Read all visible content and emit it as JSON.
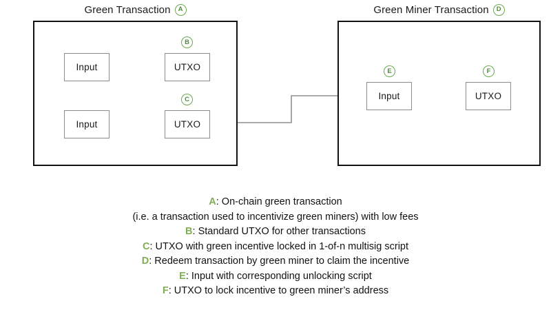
{
  "panels": [
    {
      "id": "green-transaction",
      "title": "Green Transaction",
      "badge": "A",
      "rows": [
        {
          "input_label": "Input",
          "output_label": "UTXO",
          "output_badge": "B"
        },
        {
          "input_label": "Input",
          "output_label": "UTXO",
          "output_badge": "C"
        }
      ]
    },
    {
      "id": "green-miner-transaction",
      "title": "Green Miner Transaction",
      "badge": "D",
      "rows": [
        {
          "input_label": "Input",
          "input_badge": "E",
          "output_label": "UTXO",
          "output_badge": "F"
        }
      ]
    }
  ],
  "legend": [
    {
      "key": "A",
      "text": ": On-chain green transaction"
    },
    {
      "key": "",
      "text": "(i.e. a transaction used to incentivize green miners) with low fees"
    },
    {
      "key": "B",
      "text": ": Standard UTXO for other transactions"
    },
    {
      "key": "C",
      "text": ": UTXO with green incentive locked in 1-of-n multisig script"
    },
    {
      "key": "D",
      "text": ": Redeem transaction by green miner to claim the incentive"
    },
    {
      "key": "E",
      "text": ": Input with corresponding unlocking script"
    },
    {
      "key": "F",
      "text": ": UTXO to lock incentive to green miner’s address"
    }
  ],
  "colors": {
    "badge_stroke": "#6aa84f",
    "badge_text": "#4f8a3a",
    "legend_key": "#7fae55",
    "container_border": "#111111",
    "node_border": "#8a8a8a",
    "wire": "#9a9a9a",
    "arrowhead": "#111111",
    "background": "#ffffff"
  }
}
